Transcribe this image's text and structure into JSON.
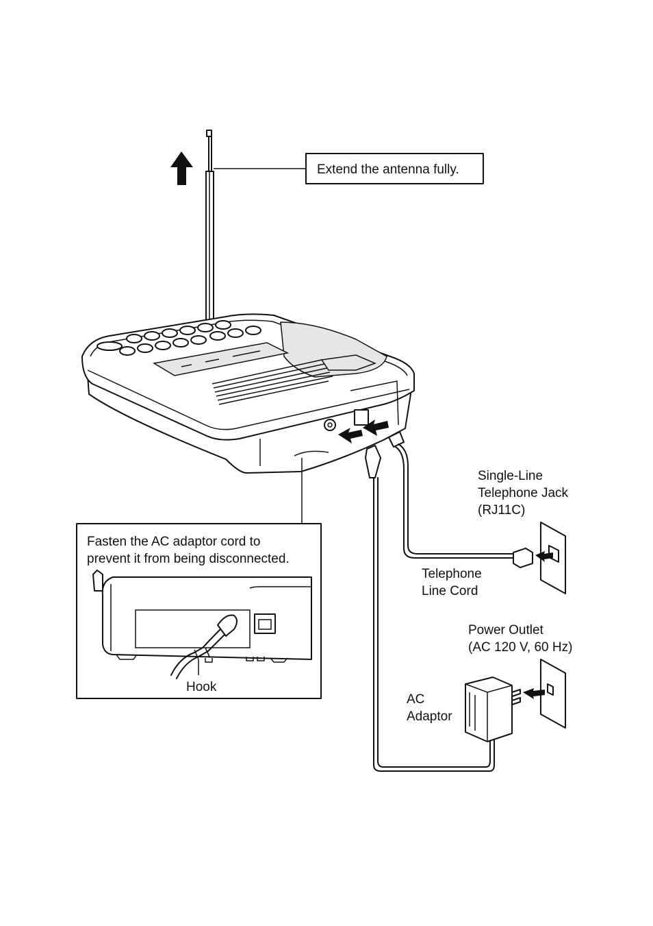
{
  "labels": {
    "antenna_callout": "Extend the antenna fully.",
    "inset_caption_line1": "Fasten the AC adaptor cord to",
    "inset_caption_line2": "prevent it from being disconnected.",
    "hook": "Hook",
    "jack_line1": "Single-Line",
    "jack_line2": "Telephone Jack",
    "jack_line3": "(RJ11C)",
    "cord_line1": "Telephone",
    "cord_line2": "Line Cord",
    "outlet_line1": "Power Outlet",
    "outlet_line2": "(AC 120 V, 60 Hz)",
    "adaptor_line1": "AC",
    "adaptor_line2": "Adaptor"
  }
}
